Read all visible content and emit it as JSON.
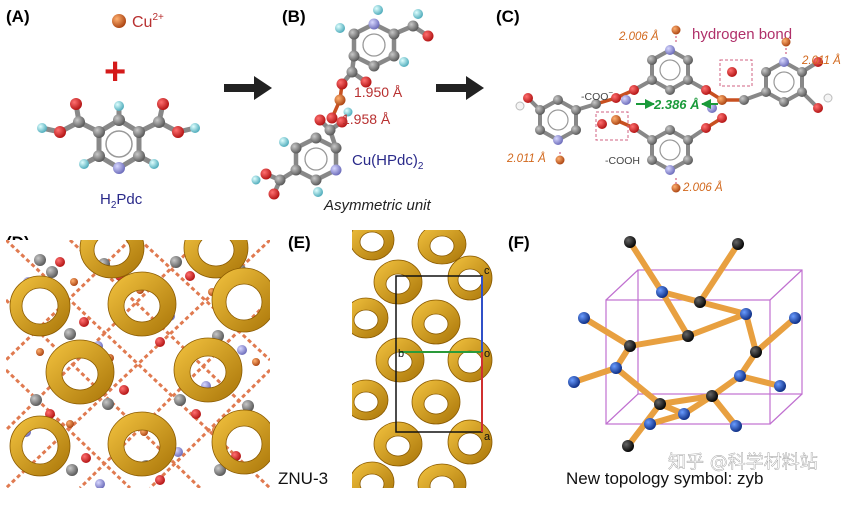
{
  "panels": {
    "A": {
      "label": "(A)",
      "ion_prefix": "Cu",
      "ion_charge": "2+",
      "plus": "+",
      "ligand_prefix": "H",
      "ligand_sub": "2",
      "ligand_suffix": "Pdc"
    },
    "B": {
      "label": "(B)",
      "bond1": "1.950 Å",
      "bond2": "1.958 Å",
      "formula_prefix": "Cu(HPdc)",
      "formula_sub": "2",
      "caption": "Asymmetric unit"
    },
    "C": {
      "label": "(C)",
      "title": "hydrogen bond",
      "d_top_left": "2.006 Å",
      "d_top_right": "2.011 Å",
      "d_bottom_left": "2.011 Å",
      "d_bottom_right": "2.006 Å",
      "d_center": "2.386 Å",
      "coo_label": "-COO",
      "coo_charge": "−",
      "cooh_label": "-COOH"
    },
    "D": {
      "label": "(D)",
      "caption": "ZNU-3"
    },
    "E": {
      "label": "(E)",
      "axis_c": "c",
      "axis_b": "b",
      "axis_o": "o",
      "axis_a": "a"
    },
    "F": {
      "label": "(F)",
      "caption": "New topology symbol: zyb"
    }
  },
  "watermark": "知乎 @科学材料站",
  "colors": {
    "copper": "#c0501a",
    "oxygen": "#d42020",
    "carbon": "#7b7b7b",
    "nitrogen": "#9a9ad8",
    "hydrogen": "#78d0d8",
    "red_text": "#b83030",
    "orange_text": "#d2691e",
    "blue_text": "#2a2a8a",
    "green": "#1a9a3a",
    "pink_text": "#b0306a",
    "gold": "#e0a820",
    "edge": "#e8a040",
    "node_black": "#111111",
    "node_blue": "#1a50b0",
    "cell": "#c070d0"
  }
}
